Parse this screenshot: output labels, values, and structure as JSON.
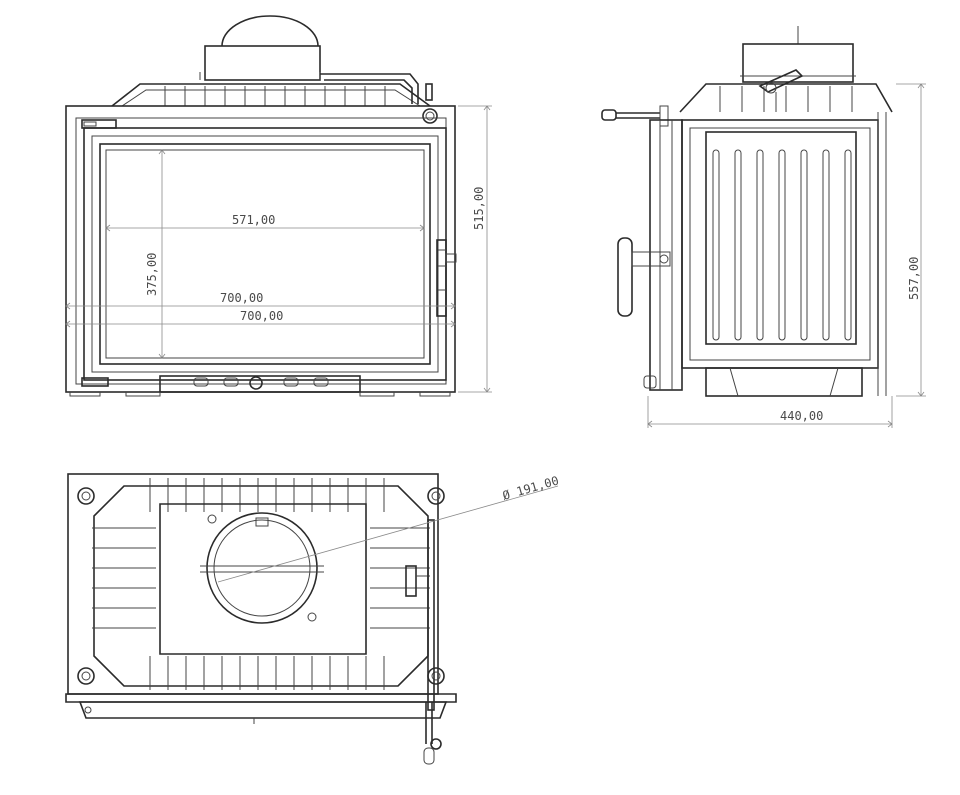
{
  "dimensions": {
    "front_inner_width": "571,00",
    "front_inner_height": "375,00",
    "front_outer_width_a": "700,00",
    "front_outer_width_b": "700,00",
    "front_height": "515,00",
    "side_height": "557,00",
    "side_depth": "440,00",
    "flue_diameter": "Ø 191,00"
  }
}
